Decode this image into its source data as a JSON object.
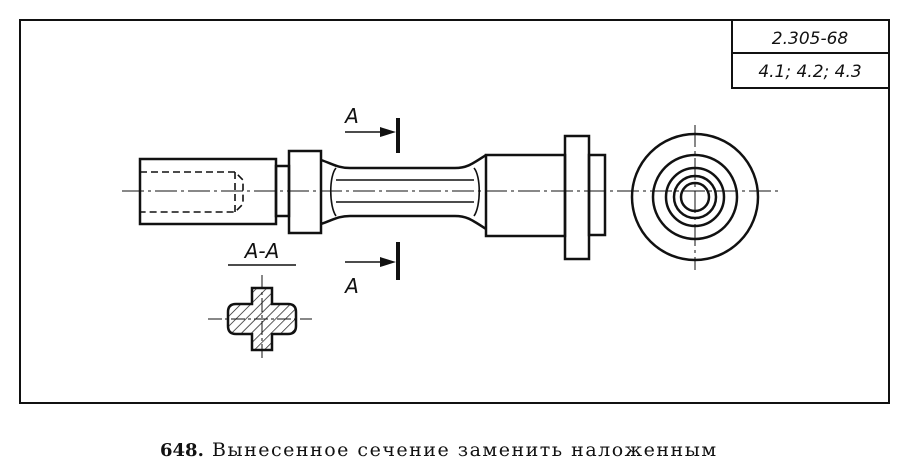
{
  "stamp": {
    "standard": "2.305-68",
    "clauses": "4.1; 4.2; 4.3"
  },
  "section_marks": {
    "top_letter": "A",
    "bottom_letter": "A",
    "section_title": "A-A"
  },
  "caption": {
    "number": "648.",
    "text": "Вынесенное сечение заменить наложенным"
  }
}
